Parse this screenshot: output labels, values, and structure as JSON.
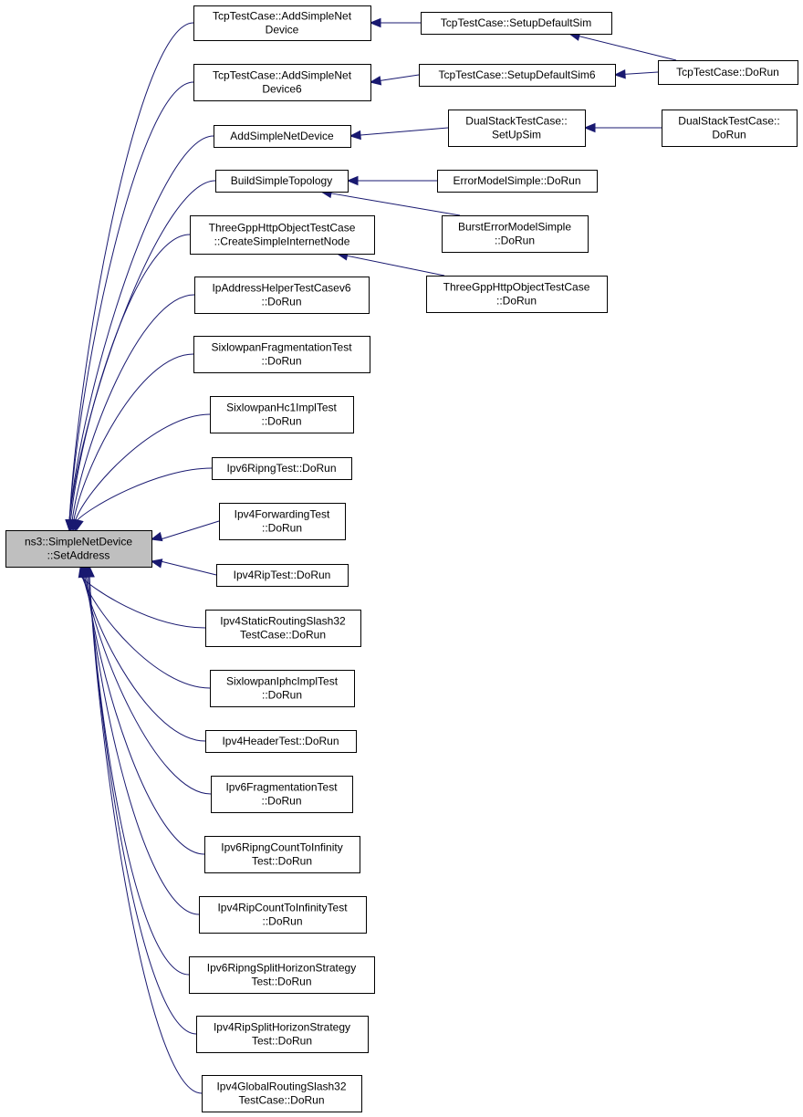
{
  "graph": {
    "edge_color": "#191970",
    "root_fill": "#bfbfbf",
    "nodes": [
      {
        "id": "root",
        "lines": [
          "ns3::SimpleNetDevice",
          "::SetAddress"
        ],
        "root": true
      },
      {
        "id": "n1",
        "lines": [
          "TcpTestCase::AddSimpleNet",
          "Device"
        ]
      },
      {
        "id": "n2",
        "lines": [
          "TcpTestCase::AddSimpleNet",
          "Device6"
        ]
      },
      {
        "id": "n3",
        "lines": [
          "AddSimpleNetDevice"
        ]
      },
      {
        "id": "n4",
        "lines": [
          "BuildSimpleTopology"
        ]
      },
      {
        "id": "n5",
        "lines": [
          "ThreeGppHttpObjectTestCase",
          "::CreateSimpleInternetNode"
        ]
      },
      {
        "id": "n6",
        "lines": [
          "IpAddressHelperTestCasev6",
          "::DoRun"
        ]
      },
      {
        "id": "n7",
        "lines": [
          "SixlowpanFragmentationTest",
          "::DoRun"
        ]
      },
      {
        "id": "n8",
        "lines": [
          "SixlowpanHc1ImplTest",
          "::DoRun"
        ]
      },
      {
        "id": "n9",
        "lines": [
          "Ipv6RipngTest::DoRun"
        ]
      },
      {
        "id": "n10",
        "lines": [
          "Ipv4ForwardingTest",
          "::DoRun"
        ]
      },
      {
        "id": "n11",
        "lines": [
          "Ipv4RipTest::DoRun"
        ]
      },
      {
        "id": "n12",
        "lines": [
          "Ipv4StaticRoutingSlash32",
          "TestCase::DoRun"
        ]
      },
      {
        "id": "n13",
        "lines": [
          "SixlowpanIphcImplTest",
          "::DoRun"
        ]
      },
      {
        "id": "n14",
        "lines": [
          "Ipv4HeaderTest::DoRun"
        ]
      },
      {
        "id": "n15",
        "lines": [
          "Ipv6FragmentationTest",
          "::DoRun"
        ]
      },
      {
        "id": "n16",
        "lines": [
          "Ipv6RipngCountToInfinity",
          "Test::DoRun"
        ]
      },
      {
        "id": "n17",
        "lines": [
          "Ipv4RipCountToInfinityTest",
          "::DoRun"
        ]
      },
      {
        "id": "n18",
        "lines": [
          "Ipv6RipngSplitHorizonStrategy",
          "Test::DoRun"
        ]
      },
      {
        "id": "n19",
        "lines": [
          "Ipv4RipSplitHorizonStrategy",
          "Test::DoRun"
        ]
      },
      {
        "id": "n20",
        "lines": [
          "Ipv4GlobalRoutingSlash32",
          "TestCase::DoRun"
        ]
      },
      {
        "id": "m1",
        "lines": [
          "TcpTestCase::SetupDefaultSim"
        ]
      },
      {
        "id": "m2",
        "lines": [
          "TcpTestCase::SetupDefaultSim6"
        ]
      },
      {
        "id": "m3",
        "lines": [
          "DualStackTestCase::",
          "SetUpSim"
        ]
      },
      {
        "id": "m4",
        "lines": [
          "ErrorModelSimple::DoRun"
        ]
      },
      {
        "id": "m5",
        "lines": [
          "BurstErrorModelSimple",
          "::DoRun"
        ]
      },
      {
        "id": "m6",
        "lines": [
          "ThreeGppHttpObjectTestCase",
          "::DoRun"
        ]
      },
      {
        "id": "r1",
        "lines": [
          "TcpTestCase::DoRun"
        ]
      },
      {
        "id": "r2",
        "lines": [
          "DualStackTestCase::",
          "DoRun"
        ]
      }
    ],
    "edges": [
      [
        "n1",
        "root"
      ],
      [
        "n2",
        "root"
      ],
      [
        "n3",
        "root"
      ],
      [
        "n4",
        "root"
      ],
      [
        "n5",
        "root"
      ],
      [
        "n6",
        "root"
      ],
      [
        "n7",
        "root"
      ],
      [
        "n8",
        "root"
      ],
      [
        "n9",
        "root"
      ],
      [
        "n10",
        "root"
      ],
      [
        "n11",
        "root"
      ],
      [
        "n12",
        "root"
      ],
      [
        "n13",
        "root"
      ],
      [
        "n14",
        "root"
      ],
      [
        "n15",
        "root"
      ],
      [
        "n16",
        "root"
      ],
      [
        "n17",
        "root"
      ],
      [
        "n18",
        "root"
      ],
      [
        "n19",
        "root"
      ],
      [
        "n20",
        "root"
      ],
      [
        "m1",
        "n1"
      ],
      [
        "m2",
        "n2"
      ],
      [
        "m3",
        "n3"
      ],
      [
        "m4",
        "n4"
      ],
      [
        "m5",
        "n4"
      ],
      [
        "m6",
        "n5"
      ],
      [
        "r1",
        "m1"
      ],
      [
        "r1",
        "m2"
      ],
      [
        "r2",
        "m3"
      ]
    ]
  }
}
